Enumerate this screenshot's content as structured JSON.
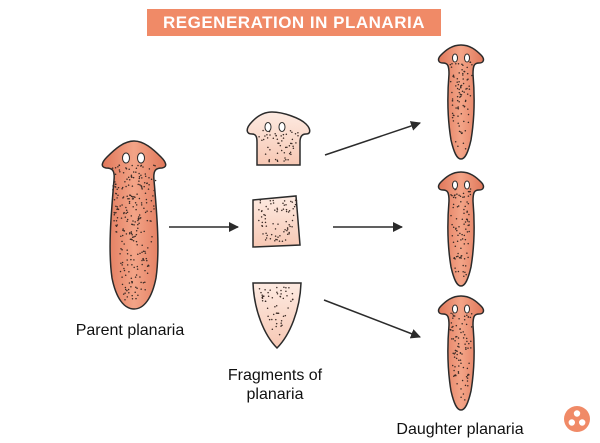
{
  "title": "REGENERATION IN PLANARIA",
  "labels": {
    "parent": "Parent planaria",
    "fragments_line1": "Fragments of",
    "fragments_line2": "planaria",
    "daughter": "Daughter planaria"
  },
  "colors": {
    "banner": "#f08a67",
    "body_dark": "#e0775a",
    "body_light": "#f9b69c",
    "fragment_fill": "#fbe0d4",
    "outline": "#2b2b2b",
    "arrow": "#2b2b2b",
    "logo": "#f08a67"
  },
  "icons": {
    "logo": "logo-icon"
  }
}
